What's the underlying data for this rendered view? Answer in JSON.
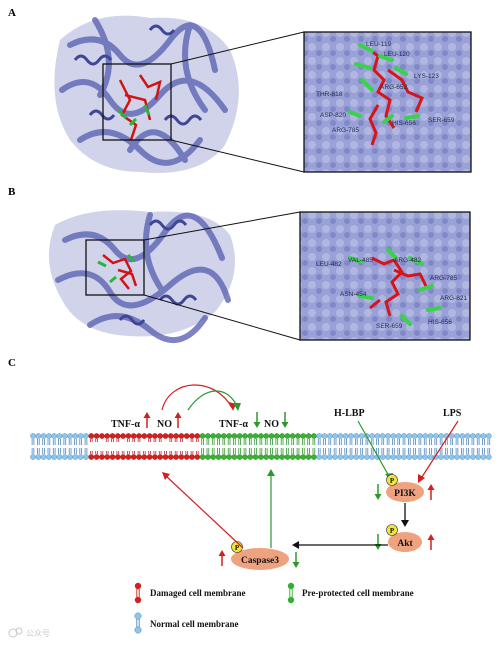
{
  "panels": {
    "a": {
      "letter": "A",
      "residues": [
        "LEU-119",
        "LEU-120",
        "LYS-123",
        "ARG-652",
        "THR-818",
        "ASP-820",
        "HIS-656",
        "SER-659",
        "ARG-785"
      ]
    },
    "b": {
      "letter": "B",
      "residues": [
        "LEU-482",
        "VAL-485",
        "ARG-482",
        "ARG-785",
        "ASN-454",
        "ARG-821",
        "SER-659",
        "HIS-656"
      ]
    },
    "c": {
      "letter": "C",
      "tnf_damaged": "TNF-α",
      "no_damaged": "NO",
      "tnf_protected": "TNF-α",
      "no_protected": "NO",
      "hlbp": "H-LBP",
      "lps": "LPS",
      "pi3k": "PI3K",
      "akt": "Akt",
      "caspase3": "Caspase3",
      "p": "P",
      "legend": {
        "damaged": "Damaged cell membrane",
        "protected": "Pre-protected cell membrane",
        "normal": "Normal cell membrane"
      }
    }
  },
  "watermark": "公众号"
}
